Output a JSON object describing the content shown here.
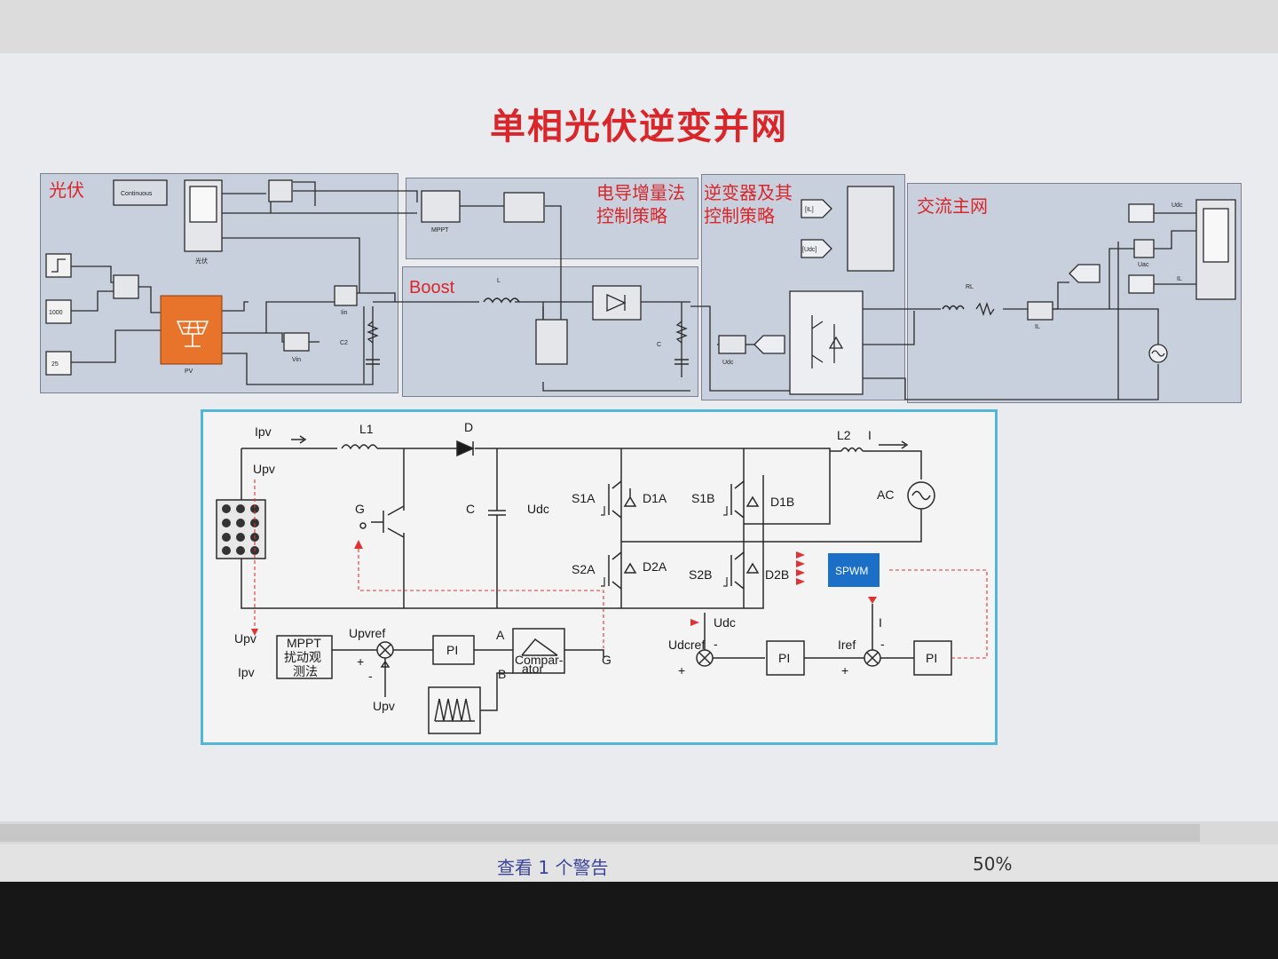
{
  "slide": {
    "title": "单相光伏逆变并网",
    "sim_sections": [
      {
        "label": "光伏"
      },
      {
        "label": "电导增量法\n控制策略"
      },
      {
        "label": "Boost"
      },
      {
        "label": "逆变器及其\n控制策略"
      },
      {
        "label": "交流主网"
      }
    ],
    "sim_blocks": {
      "continuous": "Continuous",
      "scope_pv": "光伏",
      "mppt": "MPPT",
      "const_1000": "1000",
      "const_25": "25",
      "pv": "PV",
      "vin": "Vin",
      "iin": "Iin",
      "c2": "C2",
      "c": "C",
      "l": "L",
      "udc": "Udc",
      "goto_il": "[IL]",
      "goto_udc": "[Udc]",
      "rl": "RL",
      "il": "IL",
      "uac": "Uac",
      "udc_out": "Udc",
      "il_out": "IL"
    },
    "circuit": {
      "ipv": "Ipv",
      "upv": "Upv",
      "l1": "L1",
      "d": "D",
      "g": "G",
      "c": "C",
      "udc": "Udc",
      "s1a": "S1A",
      "d1a": "D1A",
      "s1b": "S1B",
      "d1b": "D1B",
      "s2a": "S2A",
      "d2a": "D2A",
      "s2b": "S2B",
      "d2b": "D2B",
      "l2": "L2",
      "i": "I",
      "ac": "AC",
      "spwm": "SPWM",
      "mppt_1": "MPPT",
      "mppt_2": "扰动观",
      "mppt_3": "测法",
      "upvref": "Upvref",
      "pi": "PI",
      "a": "A",
      "b": "B",
      "comparator_1": "Compar-",
      "comparator_2": "ator",
      "udcref": "Udcref",
      "iref": "Iref",
      "plus": "+",
      "minus": "-"
    }
  },
  "status": {
    "warning": "查看 1 个警告",
    "zoom": "50%"
  },
  "colors": {
    "title_red": "#d8262a",
    "panel": "#c9d0dd",
    "frame_blue": "#53b6d8",
    "spwm_blue": "#1b6fc6",
    "pv_orange": "#e8732a",
    "status_text": "#39449a"
  }
}
